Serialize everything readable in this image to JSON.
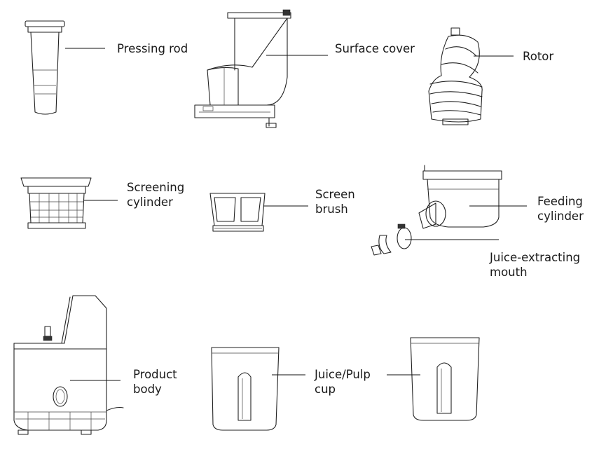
{
  "colors": {
    "line": "#222222",
    "text": "#1a1a1a",
    "background": "#ffffff"
  },
  "labels": {
    "pressing_rod": [
      "Pressing rod"
    ],
    "surface_cover": [
      "Surface cover"
    ],
    "rotor": [
      "Rotor"
    ],
    "screening_cylinder": [
      "Screening",
      "cylinder"
    ],
    "screen_brush": [
      "Screen",
      "brush"
    ],
    "feeding_cylinder": [
      "Feeding",
      "cylinder"
    ],
    "juice_extracting_mouth": [
      "Juice-extracting",
      "mouth"
    ],
    "product_body": [
      "Product",
      "body"
    ],
    "juice_pulp_cup": [
      "Juice/Pulp",
      "cup"
    ]
  }
}
